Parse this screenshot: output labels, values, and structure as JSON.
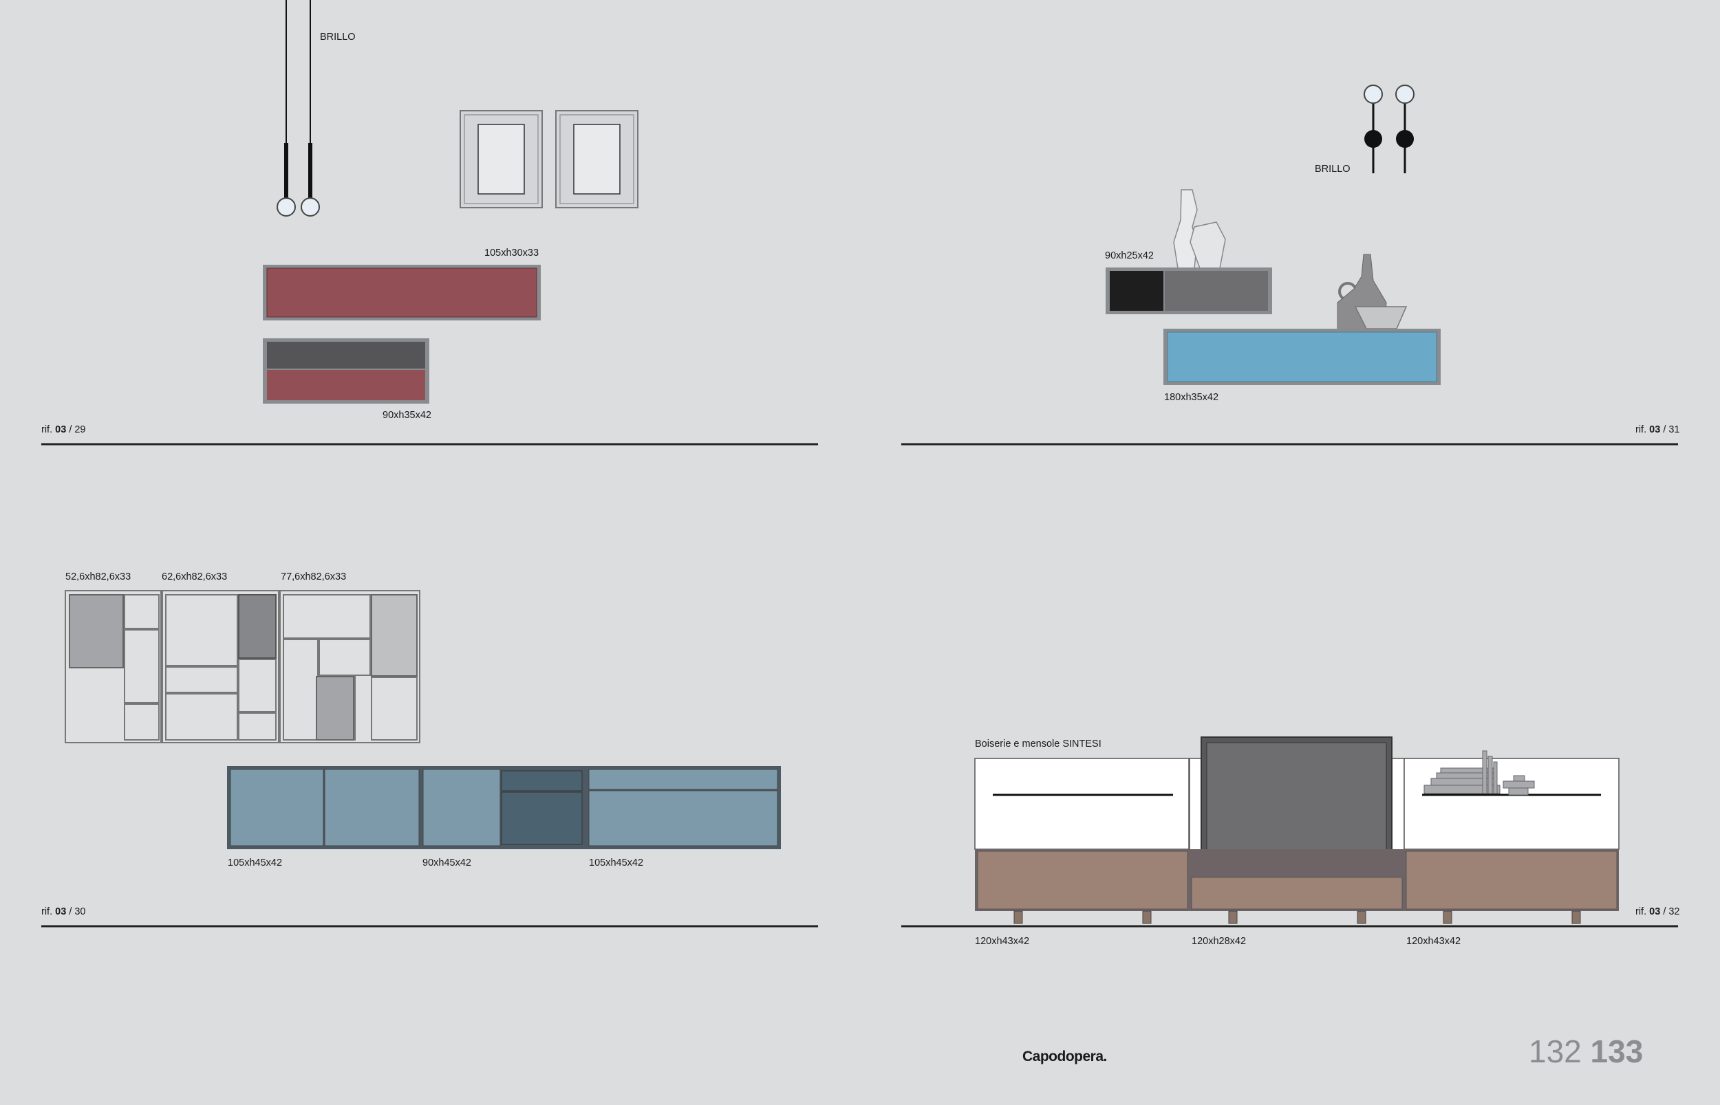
{
  "panels": {
    "top_left": {
      "lamp_label": "BRILLO",
      "dims": [
        "105xh30x33",
        "90xh35x42"
      ],
      "ref": {
        "prefix": "rif.",
        "code": "03",
        "page": "/ 29"
      }
    },
    "top_right": {
      "lamp_label": "BRILLO",
      "dims": [
        "90xh25x42",
        "180xh35x42"
      ],
      "ref": {
        "prefix": "rif.",
        "code": "03",
        "page": "/ 31"
      }
    },
    "bottom_left": {
      "dims_top": [
        "52,6xh82,6x33",
        "62,6xh82,6x33",
        "77,6xh82,6x33"
      ],
      "dims_bottom": [
        "105xh45x42",
        "90xh45x42",
        "105xh45x42"
      ],
      "ref": {
        "prefix": "rif.",
        "code": "03",
        "page": "/ 30"
      }
    },
    "bottom_right": {
      "title": "Boiserie e mensole SINTESI",
      "dims": [
        "120xh43x42",
        "120xh28x42",
        "120xh43x42"
      ],
      "ref": {
        "prefix": "rif.",
        "code": "03",
        "page": "/ 32"
      }
    }
  },
  "footer": {
    "brand": "Capodopera.",
    "page_left": "132",
    "page_right": "133"
  },
  "colors": {
    "background": "#dcdddf",
    "burgundy": "#924f56",
    "dark_grey": "#555558",
    "light_blue": "#6aa9c8",
    "steel_blue": "#7d9aab",
    "dark_teal": "#4b6270",
    "taupe": "#9c8376",
    "tv_grey": "#6e6e70"
  }
}
